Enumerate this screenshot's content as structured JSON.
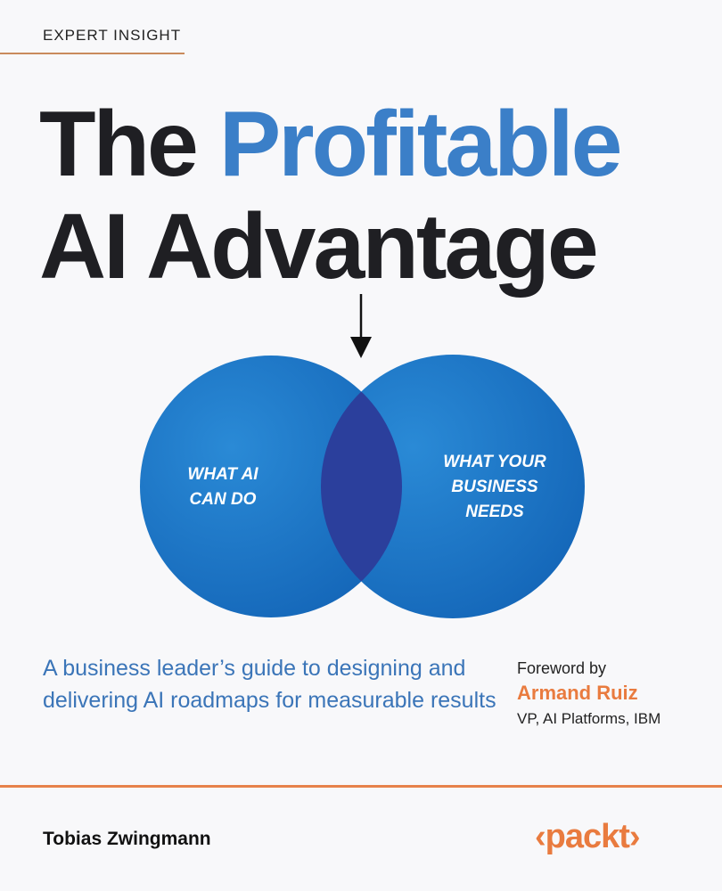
{
  "cover": {
    "series": "EXPERT INSIGHT",
    "title_line1_a": "The",
    "title_line1_b": "Profitable",
    "title_line2": "AI Advantage",
    "venn": {
      "left_line1": "WHAT AI",
      "left_line2": "CAN DO",
      "right_line1": "WHAT YOUR",
      "right_line2": "BUSINESS",
      "right_line3": "NEEDS"
    },
    "subtitle": "A business leader’s guide to designing and delivering AI roadmaps for measurable results",
    "foreword": {
      "label": "Foreword by",
      "name": "Armand Ruiz",
      "role": "VP, AI Platforms, IBM"
    },
    "author": "Tobias Zwingmann",
    "publisher": "‹packt›"
  },
  "colors": {
    "accent_blue": "#3b7fc8",
    "accent_orange": "#e97b3f",
    "circle_blue": "#1f78c8",
    "overlap": "#2b3f9c"
  }
}
